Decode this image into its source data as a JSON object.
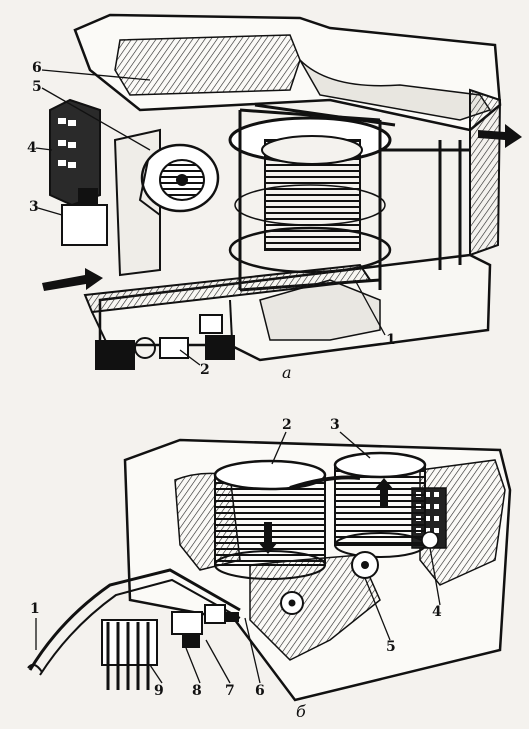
{
  "figure_a": {
    "caption": "а",
    "labels": {
      "l1": "1",
      "l2": "2",
      "l3": "3",
      "l4": "4",
      "l5": "5",
      "l6": "6"
    }
  },
  "figure_b": {
    "caption": "б",
    "labels": {
      "l1": "1",
      "l2": "2",
      "l3": "3",
      "l4": "4",
      "l5": "5",
      "l6": "6",
      "l7": "7",
      "l8": "8",
      "l9": "9"
    }
  }
}
